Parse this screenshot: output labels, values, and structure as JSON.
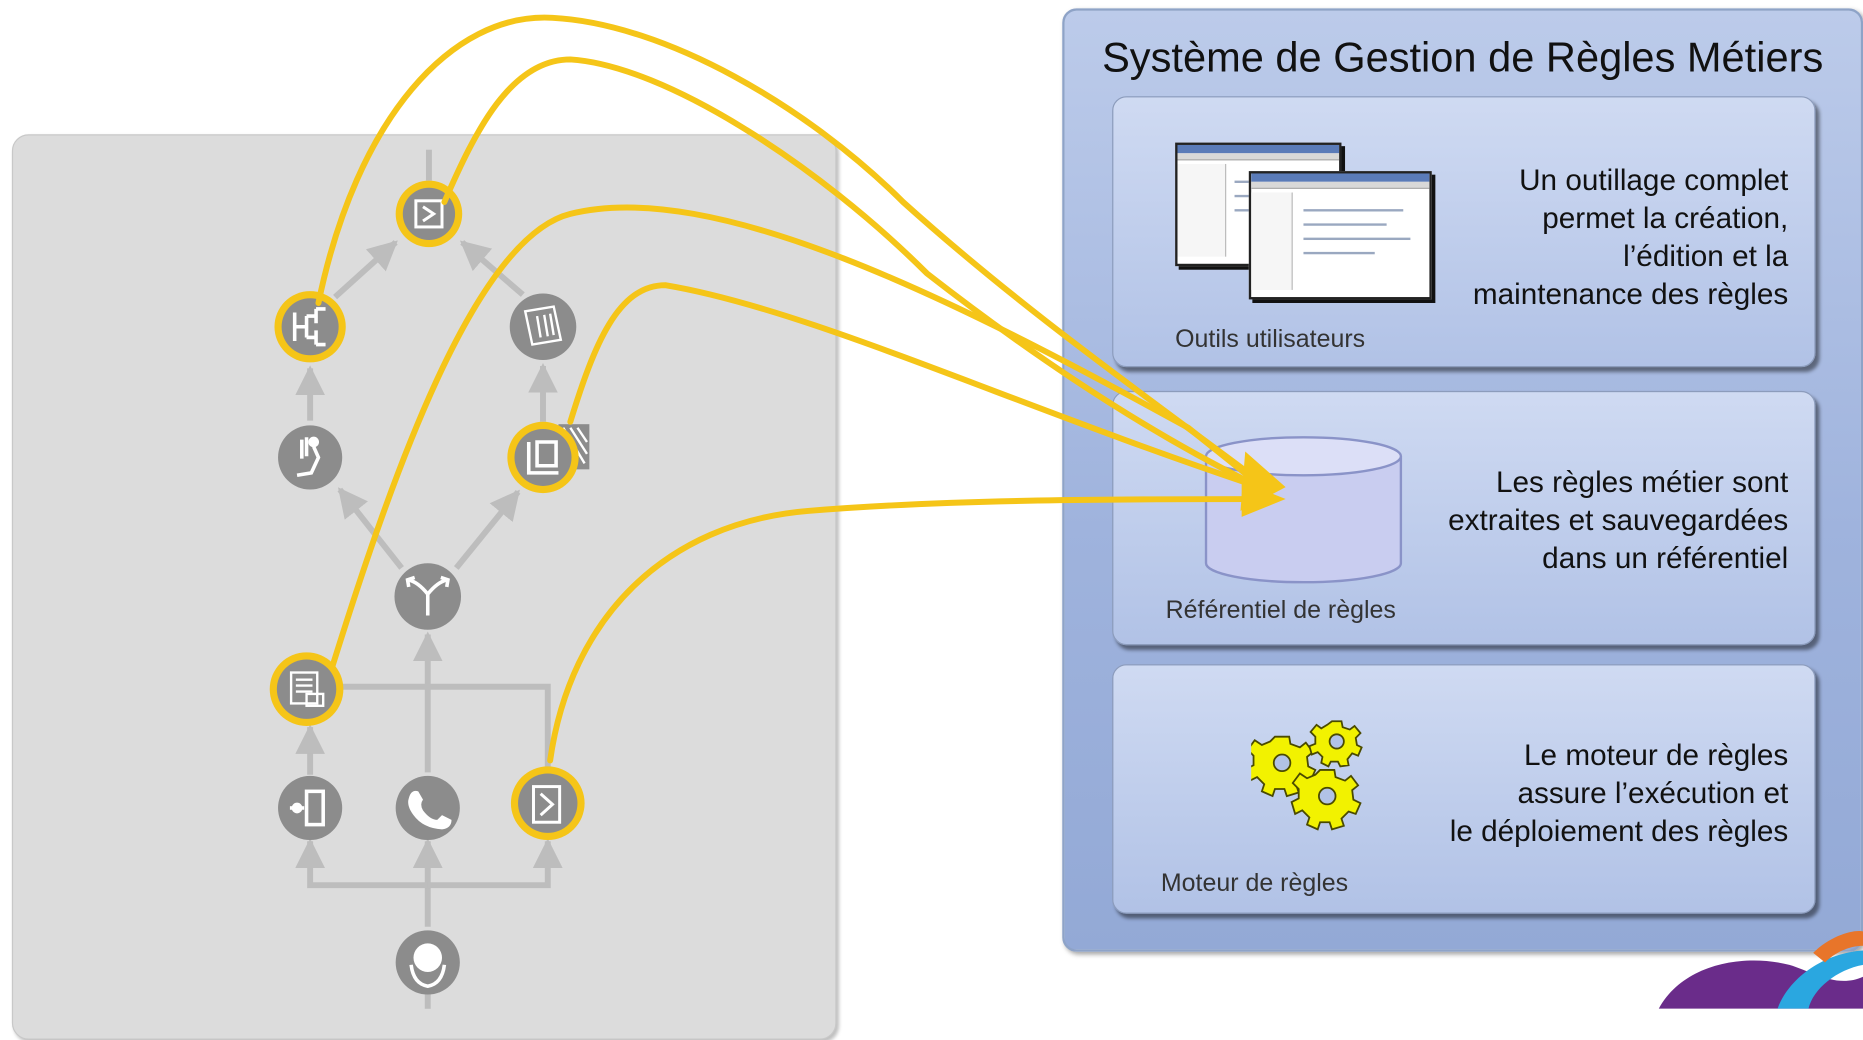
{
  "brms": {
    "title": "Système de Gestion de Règles Métiers",
    "sections": [
      {
        "label": "Outils utilisateurs",
        "lines": [
          "Un outillage complet",
          "permet la création,",
          "l’édition et la",
          "maintenance des règles"
        ],
        "icon": "screenshot-icon"
      },
      {
        "label": "Référentiel de règles",
        "lines": [
          "Les règles métier sont",
          "extraites et sauvegardées",
          "dans un référentiel"
        ],
        "icon": "database-cylinder-icon"
      },
      {
        "label": "Moteur de règles",
        "lines": [
          "Le moteur de règles",
          "assure l’exécution et",
          "le déploiement des règles"
        ],
        "icon": "gears-icon"
      }
    ]
  },
  "process": {
    "nodes": [
      {
        "name": "form-node",
        "icon": "form-icon",
        "highlighted": true
      },
      {
        "name": "decision-tree-node",
        "icon": "decision-tree-icon",
        "highlighted": true
      },
      {
        "name": "report-node",
        "icon": "report-icon",
        "highlighted": false
      },
      {
        "name": "review-node",
        "icon": "review-icon",
        "highlighted": false
      },
      {
        "name": "document-node",
        "icon": "document-icon",
        "highlighted": true
      },
      {
        "name": "split-node",
        "icon": "split-icon",
        "highlighted": false
      },
      {
        "name": "calculator-node",
        "icon": "calculator-icon",
        "highlighted": true
      },
      {
        "name": "mail-node",
        "icon": "mail-icon",
        "highlighted": false
      },
      {
        "name": "phone-node",
        "icon": "phone-icon",
        "highlighted": false
      },
      {
        "name": "web-form-node",
        "icon": "web-form-icon",
        "highlighted": true
      },
      {
        "name": "customer-node",
        "icon": "customer-icon",
        "highlighted": false
      }
    ]
  },
  "colors": {
    "highlight": "#f5c518",
    "node_gray": "#8c8c8c",
    "connector_gray": "#bdbdbd",
    "database": "#c9cdf0"
  }
}
